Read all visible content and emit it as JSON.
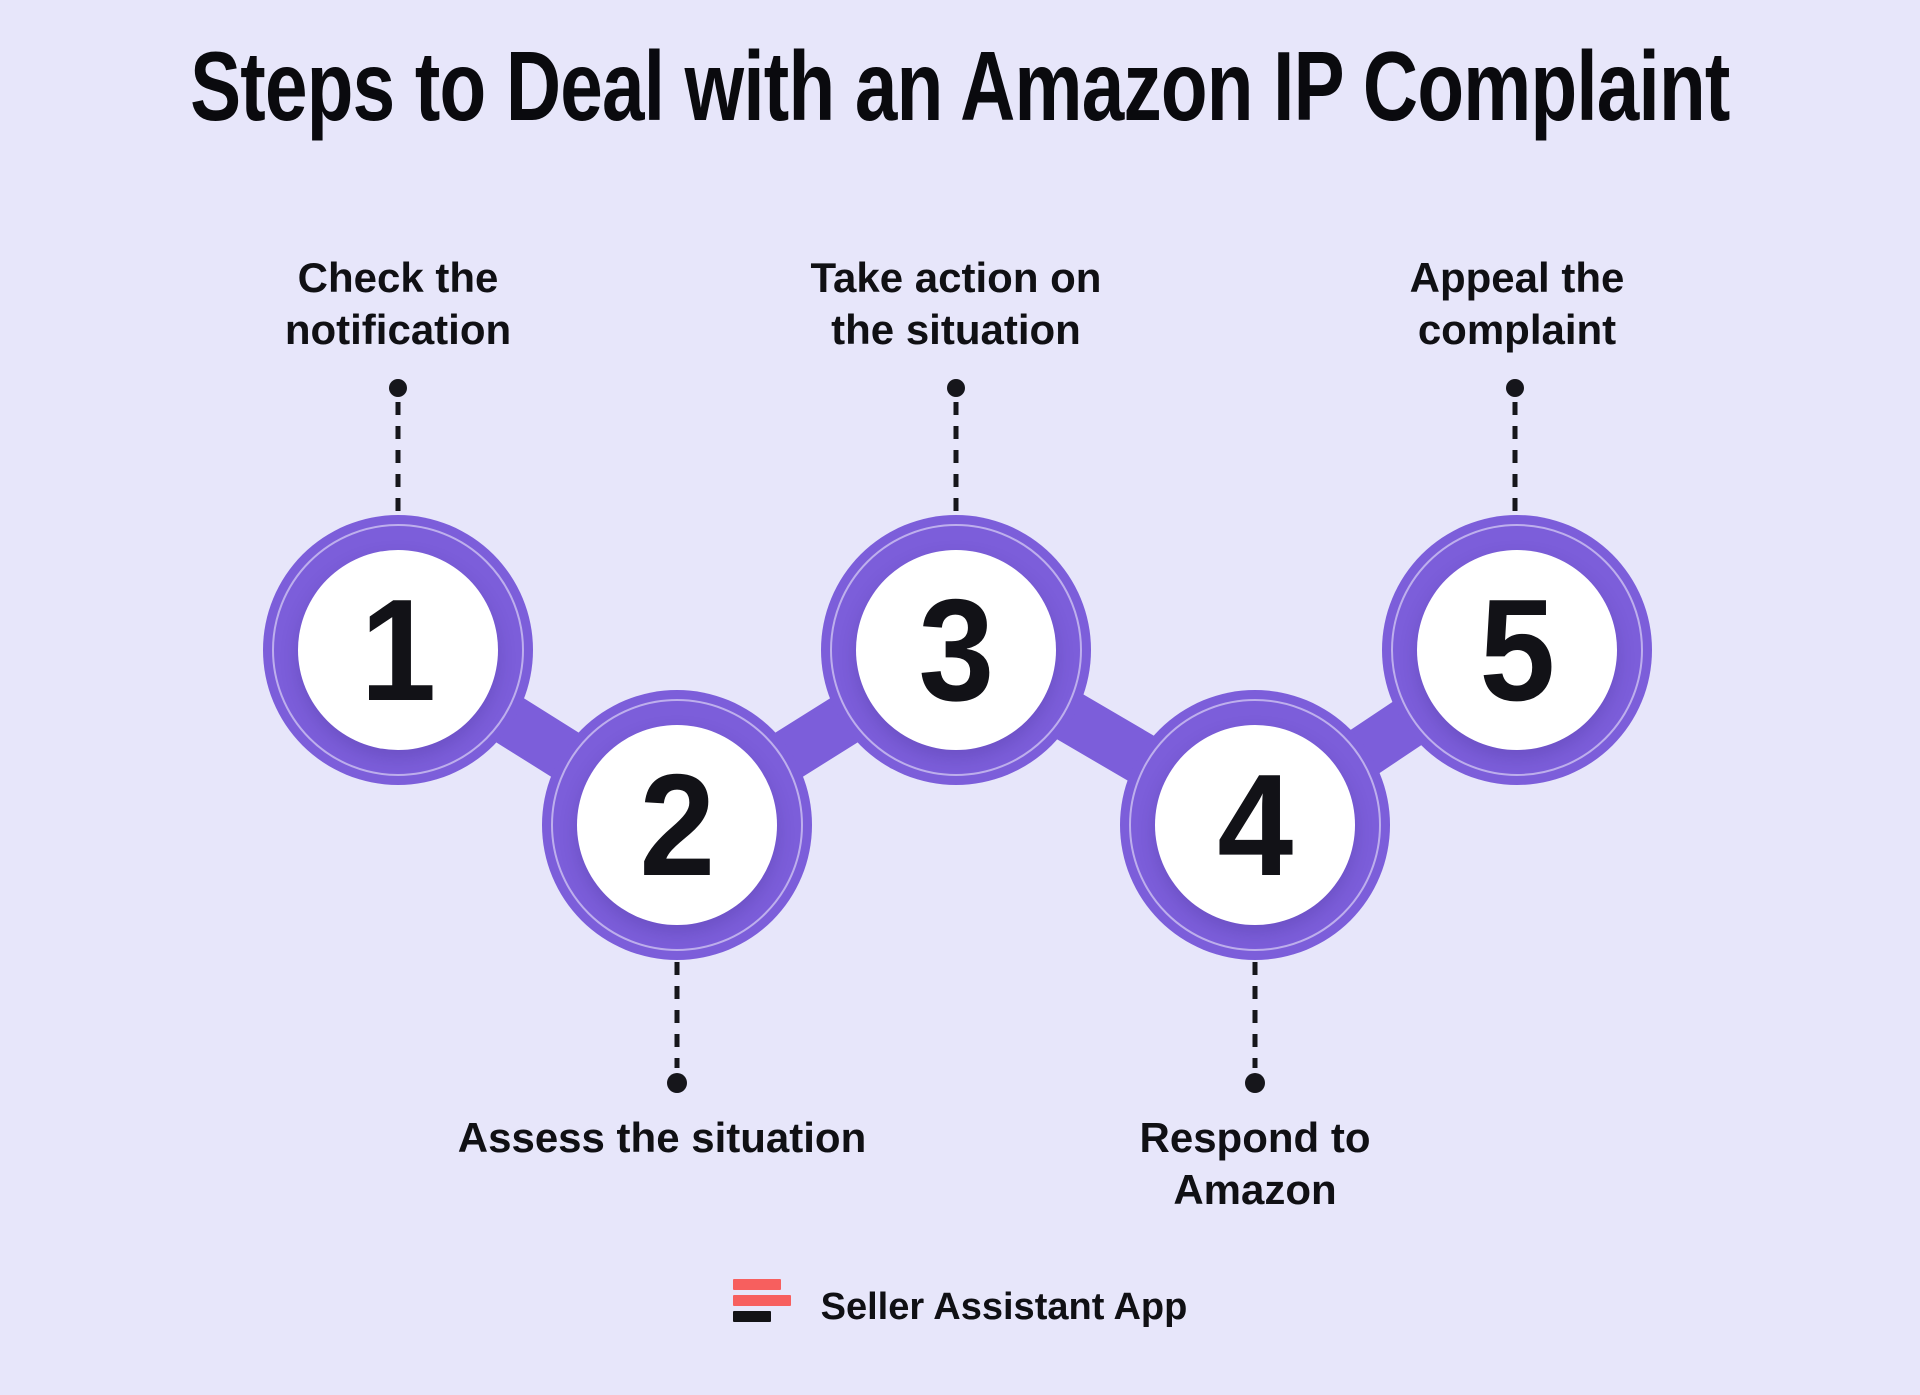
{
  "title": "Steps to Deal with an Amazon IP Complaint",
  "steps": [
    {
      "number": "1",
      "label": "Check the notification",
      "label_position": "top"
    },
    {
      "number": "2",
      "label": "Assess the situation",
      "label_position": "bottom"
    },
    {
      "number": "3",
      "label": "Take action on the situation",
      "label_position": "top"
    },
    {
      "number": "4",
      "label": "Respond to Amazon",
      "label_position": "bottom"
    },
    {
      "number": "5",
      "label": "Appeal the complaint",
      "label_position": "top"
    }
  ],
  "footer": {
    "brand": "Seller Assistant App"
  },
  "colors": {
    "background": "#E7E6FA",
    "accent_purple": "#7C5EDA",
    "text": "#101014",
    "logo_red": "#F75F5E",
    "logo_black": "#131316"
  }
}
